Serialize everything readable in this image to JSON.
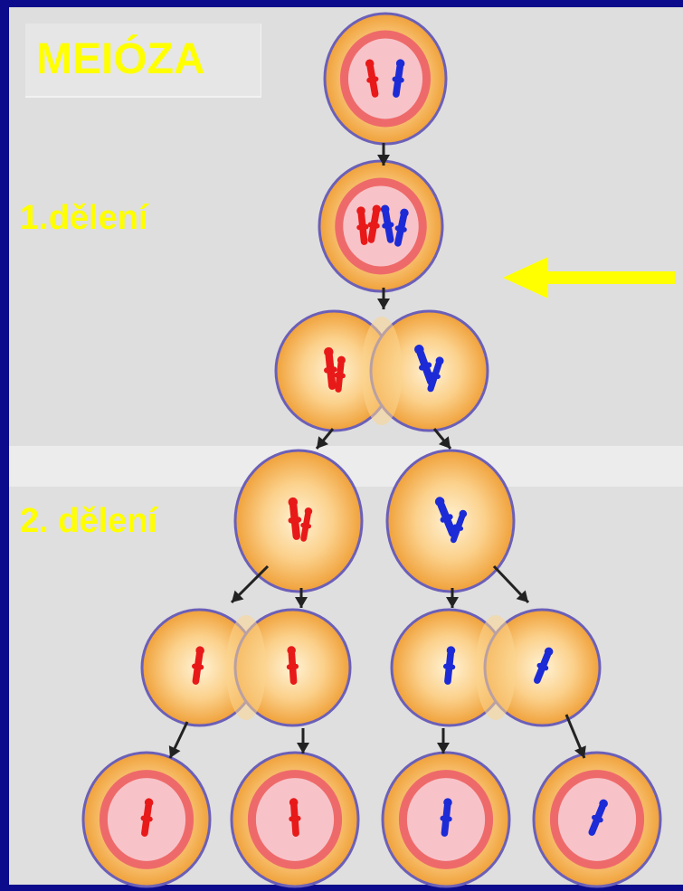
{
  "title": "MEIÓZA",
  "division_labels": {
    "first": "1.dělení",
    "second": "2. dělení"
  },
  "colors": {
    "background_frame": "#0b0b8c",
    "label_text": "#ffff00",
    "cell_outer": "#f2a93a",
    "cell_membrane": "#6b5fb8",
    "nucleus_ring": "#ee6a6a",
    "nucleus_fill": "#f7c3c9",
    "chromosome_maternal": "#e81919",
    "chromosome_paternal": "#1c2bd6",
    "arrow": "#222222",
    "highlight_arrow": "#ffff00"
  },
  "stages": [
    {
      "name": "parent-cell",
      "icon": "diploid-cell-icon"
    },
    {
      "name": "homologous-pairing",
      "icon": "paired-chromosomes-cell-icon"
    },
    {
      "name": "first-division",
      "icon": "dividing-cell-icon"
    },
    {
      "name": "daughter-cells",
      "icon": "haploid-cell-icon"
    },
    {
      "name": "second-division",
      "icon": "dividing-cell-icon"
    },
    {
      "name": "gametes",
      "icon": "gamete-cell-icon"
    }
  ],
  "highlight_arrow_icon": "left-arrow-icon"
}
